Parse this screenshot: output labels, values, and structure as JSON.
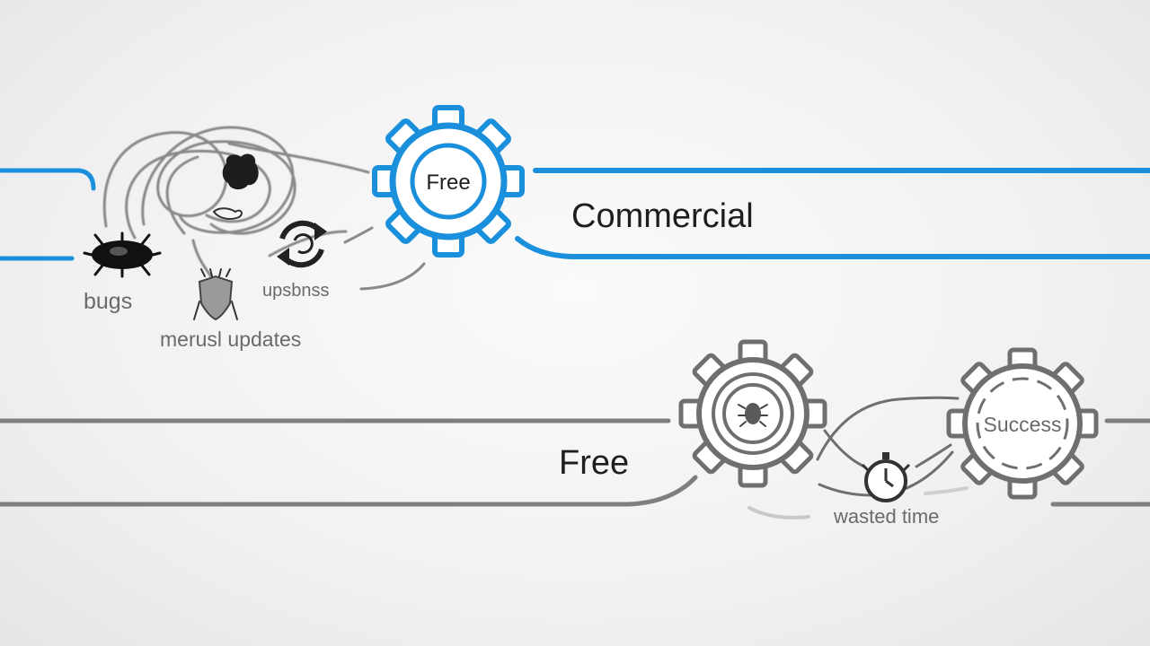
{
  "top_lane": {
    "heading": "Commercial",
    "gear_label": "Free",
    "color": "#1a8fdc",
    "items": {
      "bugs": "bugs",
      "updates_small": "upsbnss",
      "manual_updates": "merusl updates"
    }
  },
  "bottom_lane": {
    "heading": "Free",
    "gear_label": "Success",
    "color": "#7f7f7f",
    "items": {
      "wasted_time": "wasted time"
    }
  },
  "icons": {
    "top_gear": "gear-icon",
    "bug": "bug-icon",
    "shield_bug": "shield-bug-icon",
    "refresh": "refresh-icon",
    "middle_gear": "gear-icon",
    "success_gear": "gear-icon",
    "stopwatch": "stopwatch-icon"
  }
}
